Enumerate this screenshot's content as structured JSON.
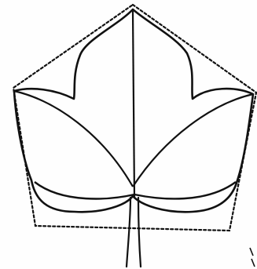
{
  "figure": {
    "subject": "leaf-outline-icon",
    "stroke_color": "#111111",
    "background_color": "#fefefe",
    "elements": [
      "pentagon-guide-outline",
      "leaf-outline",
      "midrib",
      "side-veins",
      "lower-lobe-curves",
      "petiole"
    ]
  }
}
